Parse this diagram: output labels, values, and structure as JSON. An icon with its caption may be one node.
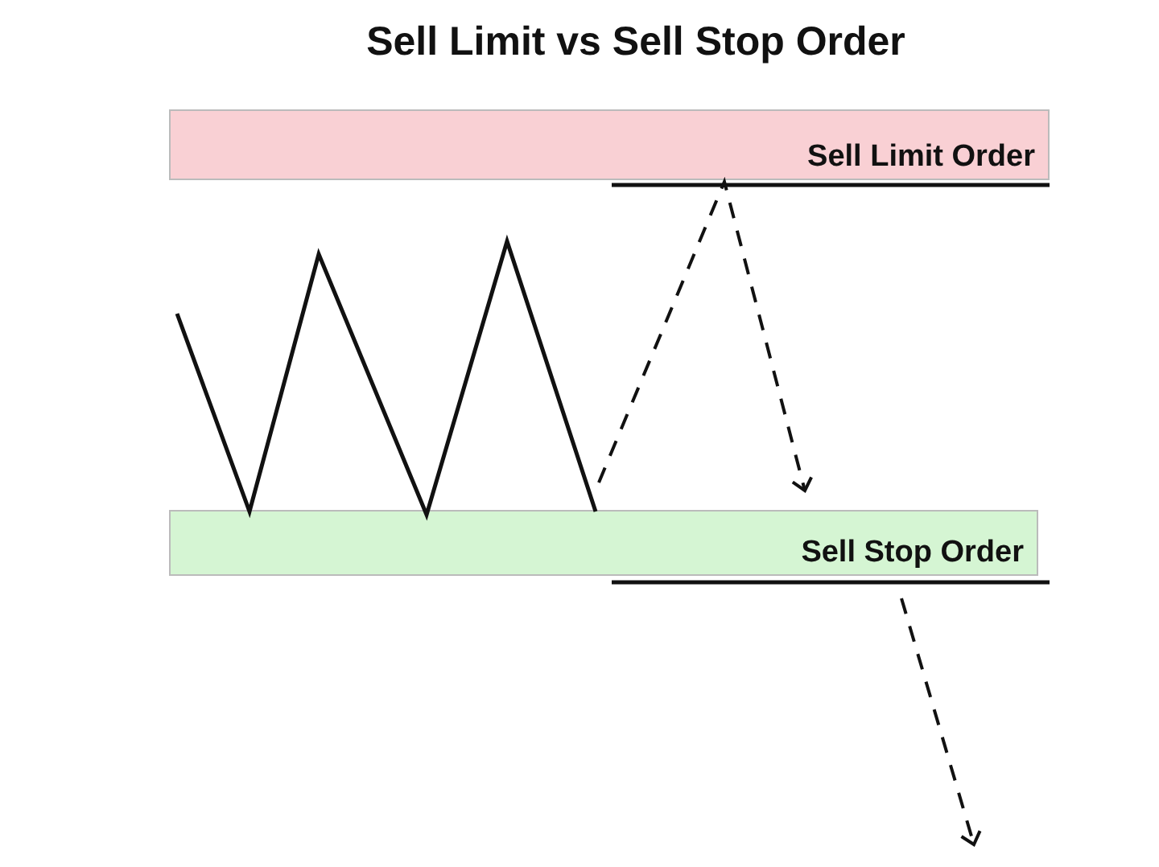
{
  "diagram": {
    "title": "Sell Limit vs Sell Stop Order",
    "nodes": [
      {
        "text": [
          "Sell Limit Order"
        ]
      },
      {
        "text": [
          "Sell Stop Order"
        ]
      }
    ]
  }
}
